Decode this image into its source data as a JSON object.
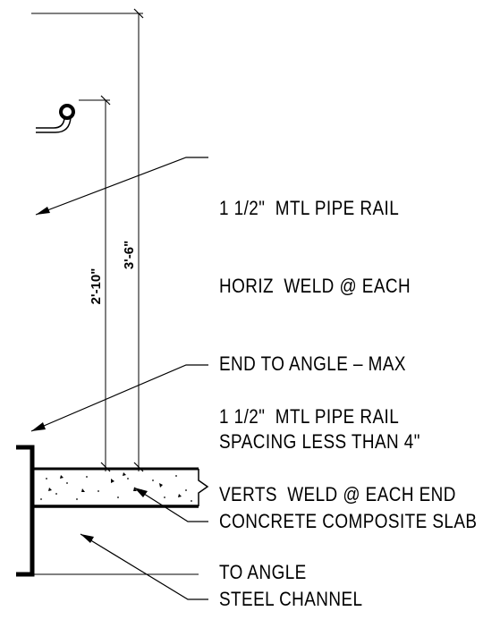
{
  "notes": {
    "horiz_rail": [
      "1 1/2\"  MTL PIPE RAIL",
      "HORIZ  WELD @ EACH",
      "END TO ANGLE – MAX",
      "SPACING LESS THAN 4\""
    ],
    "vert_rail": [
      "1 1/2\"  MTL PIPE RAIL",
      "VERTS  WELD @ EACH END",
      "TO ANGLE"
    ],
    "slab": "CONCRETE COMPOSITE SLAB",
    "channel": "STEEL CHANNEL"
  },
  "dimensions": {
    "lower_rail_height": "2'-10\"",
    "top_rail_height": "3'-6\""
  }
}
